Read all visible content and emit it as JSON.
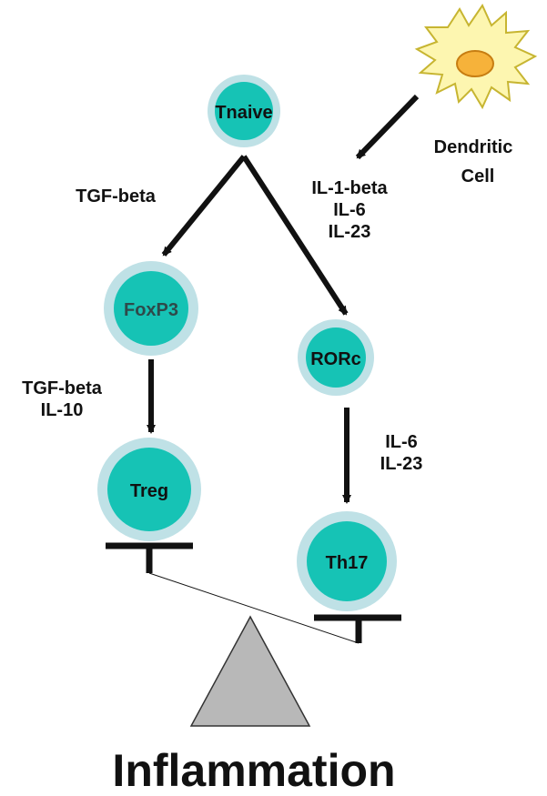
{
  "colors": {
    "cell_outer": "#bfe1e6",
    "cell_inner": "#16c3b5",
    "arrow": "#111111",
    "triangle_fill": "#b8b8b8",
    "dendritic_fill": "#fdf6b0",
    "nucleus_fill": "#f6b23a"
  },
  "nodes": {
    "tnaive": "Tnaive",
    "foxp3": "FoxP3",
    "rorc": "RORc",
    "treg": "Treg",
    "th17": "Th17"
  },
  "dendritic_cell": {
    "line1": "Dendritic",
    "line2": "Cell"
  },
  "cytokines": {
    "tnaive_to_foxp3": [
      "TGF-beta"
    ],
    "dc_to_rorc": [
      "IL-1-beta",
      "IL-6",
      "IL-23"
    ],
    "foxp3_to_treg": [
      "TGF-beta",
      "IL-10"
    ],
    "rorc_to_th17": [
      "IL-6",
      "IL-23"
    ]
  },
  "title": "Inflammation"
}
